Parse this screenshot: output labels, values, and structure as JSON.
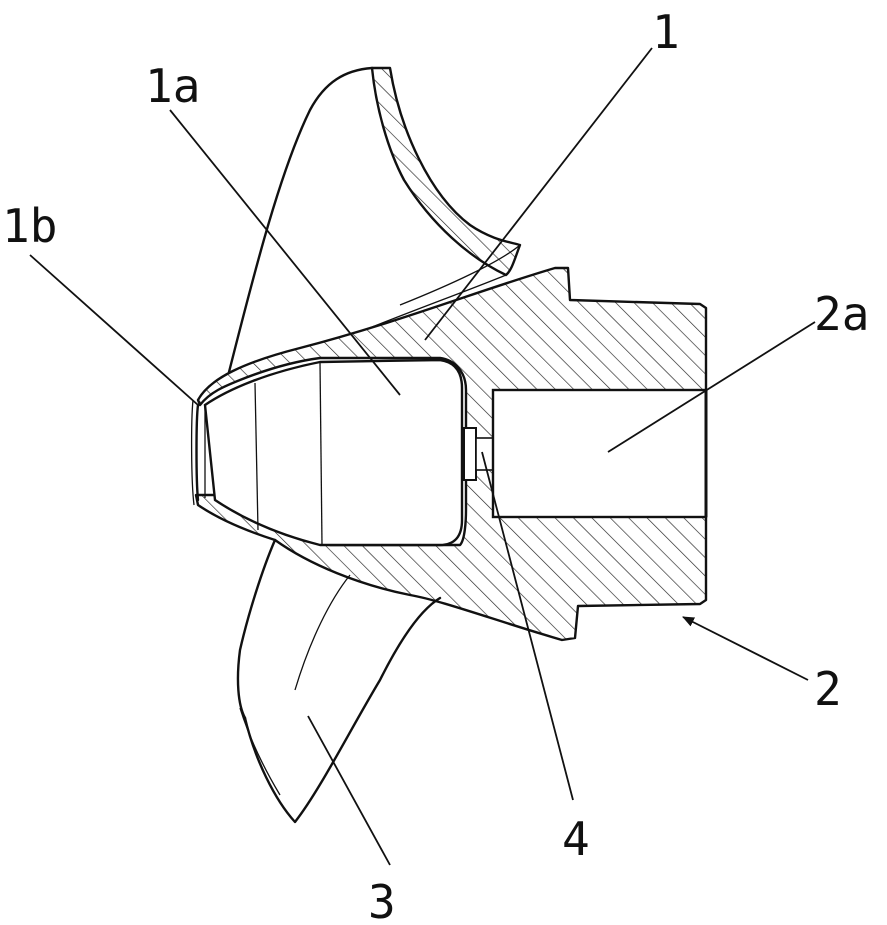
{
  "figure": {
    "labels": {
      "part_1": "1",
      "part_1a": "1a",
      "part_1b": "1b",
      "part_2": "2",
      "part_2a": "2a",
      "part_3": "3",
      "part_4": "4"
    }
  }
}
